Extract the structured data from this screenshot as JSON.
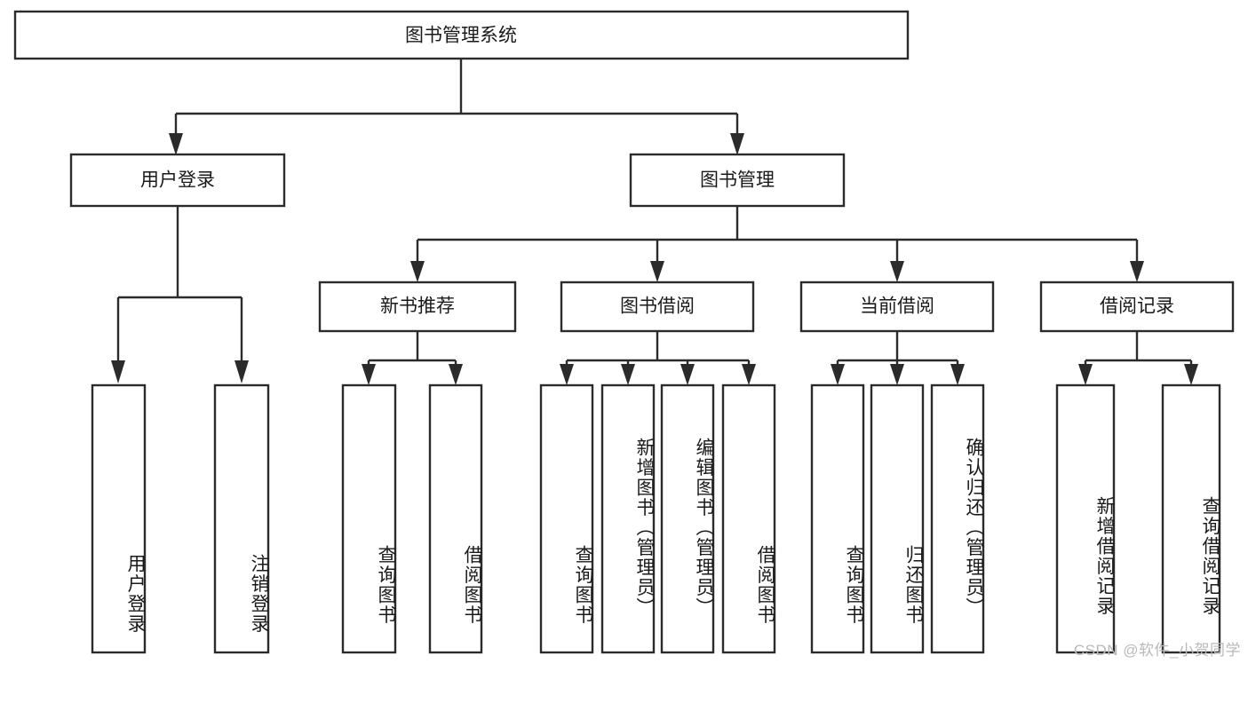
{
  "diagram": {
    "title_node": {
      "label": "图书管理系统"
    },
    "level2": [
      {
        "id": "user-login",
        "label": "用户登录"
      },
      {
        "id": "book-manage",
        "label": "图书管理"
      }
    ],
    "level3": [
      {
        "id": "new-book-recommend",
        "label": "新书推荐"
      },
      {
        "id": "book-borrow",
        "label": "图书借阅"
      },
      {
        "id": "current-borrow",
        "label": "当前借阅"
      },
      {
        "id": "borrow-record",
        "label": "借阅记录"
      }
    ],
    "leaves": [
      {
        "id": "leaf-user-login",
        "label": "用户登录",
        "parent": "user-login"
      },
      {
        "id": "leaf-logout-login",
        "label": "注销登录",
        "parent": "user-login"
      },
      {
        "id": "leaf-query-book-1",
        "label": "查询图书",
        "parent": "new-book-recommend"
      },
      {
        "id": "leaf-borrow-book-1",
        "label": "借阅图书",
        "parent": "new-book-recommend"
      },
      {
        "id": "leaf-query-book-2",
        "label": "查询图书",
        "parent": "book-borrow"
      },
      {
        "id": "leaf-add-book",
        "label": "新增图书（管理员）",
        "parent": "book-borrow"
      },
      {
        "id": "leaf-edit-book",
        "label": "编辑图书（管理员）",
        "parent": "book-borrow"
      },
      {
        "id": "leaf-borrow-book-2",
        "label": "借阅图书",
        "parent": "book-borrow"
      },
      {
        "id": "leaf-query-book-3",
        "label": "查询图书",
        "parent": "current-borrow"
      },
      {
        "id": "leaf-return-book",
        "label": "归还图书",
        "parent": "current-borrow"
      },
      {
        "id": "leaf-confirm-return",
        "label": "确认归还（管理员）",
        "parent": "current-borrow"
      },
      {
        "id": "leaf-add-record",
        "label": "新增借阅记录",
        "parent": "borrow-record"
      },
      {
        "id": "leaf-query-record",
        "label": "查询借阅记录",
        "parent": "borrow-record"
      }
    ],
    "colors": {
      "stroke": "#2b2b2b",
      "fill": "#ffffff",
      "text": "#1a1a1a",
      "watermark": "#b9b9b9"
    }
  },
  "watermark": {
    "text": "CSDN @软件_小贺同学"
  }
}
